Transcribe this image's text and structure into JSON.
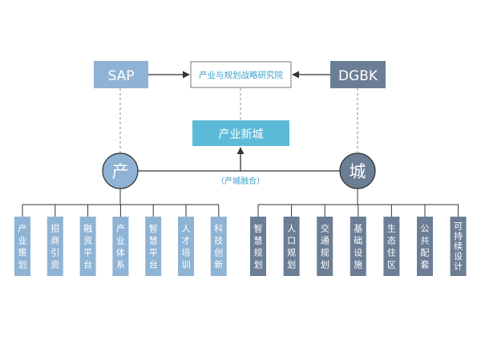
{
  "top": {
    "left": {
      "label": "SAP",
      "fill": "#8fb3d4"
    },
    "center": {
      "label": "产业与规划战略研究院"
    },
    "right": {
      "label": "DGBK",
      "fill": "#6c7e95"
    }
  },
  "middle": {
    "label": "产业新城",
    "fill": "#5bbad8"
  },
  "fusion_label": "（产城融合）",
  "left_circle": {
    "label": "产",
    "fill": "#8fb3d4"
  },
  "right_circle": {
    "label": "城",
    "fill": "#6c7e95"
  },
  "left_items": [
    "产业策划",
    "招商引资",
    "融资平台",
    "产业体系",
    "智慧平台",
    "人才培训",
    "科技创新"
  ],
  "right_items": [
    "智慧规划",
    "人口规划",
    "交通规划",
    "基础设施",
    "生态住区",
    "公共配套",
    "可持续设计"
  ],
  "colors": {
    "left_item_fill": "#8fb3d4",
    "right_item_fill": "#6c7e95",
    "line": "#333333",
    "dashed": "#888888",
    "center_text": "#3aa0c8"
  }
}
